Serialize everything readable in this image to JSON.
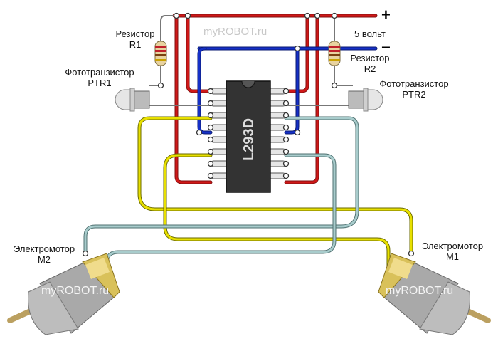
{
  "watermark": "myROBOT.ru",
  "chip": {
    "label": "L293D"
  },
  "power": {
    "plus": "+",
    "minus": "−",
    "voltage": "5 вольт"
  },
  "resistors": {
    "r1": {
      "line1": "Резистор",
      "line2": "R1"
    },
    "r2": {
      "line1": "Резистор",
      "line2": "R2"
    }
  },
  "phototransistors": {
    "ptr1": {
      "line1": "Фототранзистор",
      "line2": "PTR1"
    },
    "ptr2": {
      "line1": "Фототранзистор",
      "line2": "PTR2"
    }
  },
  "motors": {
    "m2": {
      "line1": "Электромотор",
      "line2": "M2"
    },
    "m1": {
      "line1": "Электромотор",
      "line2": "M1"
    }
  },
  "colors": {
    "positive_wire": "#d01818",
    "negative_wire": "#1530c8",
    "signal_wire": "#e8e000",
    "motor_wire": "#a8cccc",
    "sensor_wire": "#888888",
    "chip_body": "#333333"
  }
}
